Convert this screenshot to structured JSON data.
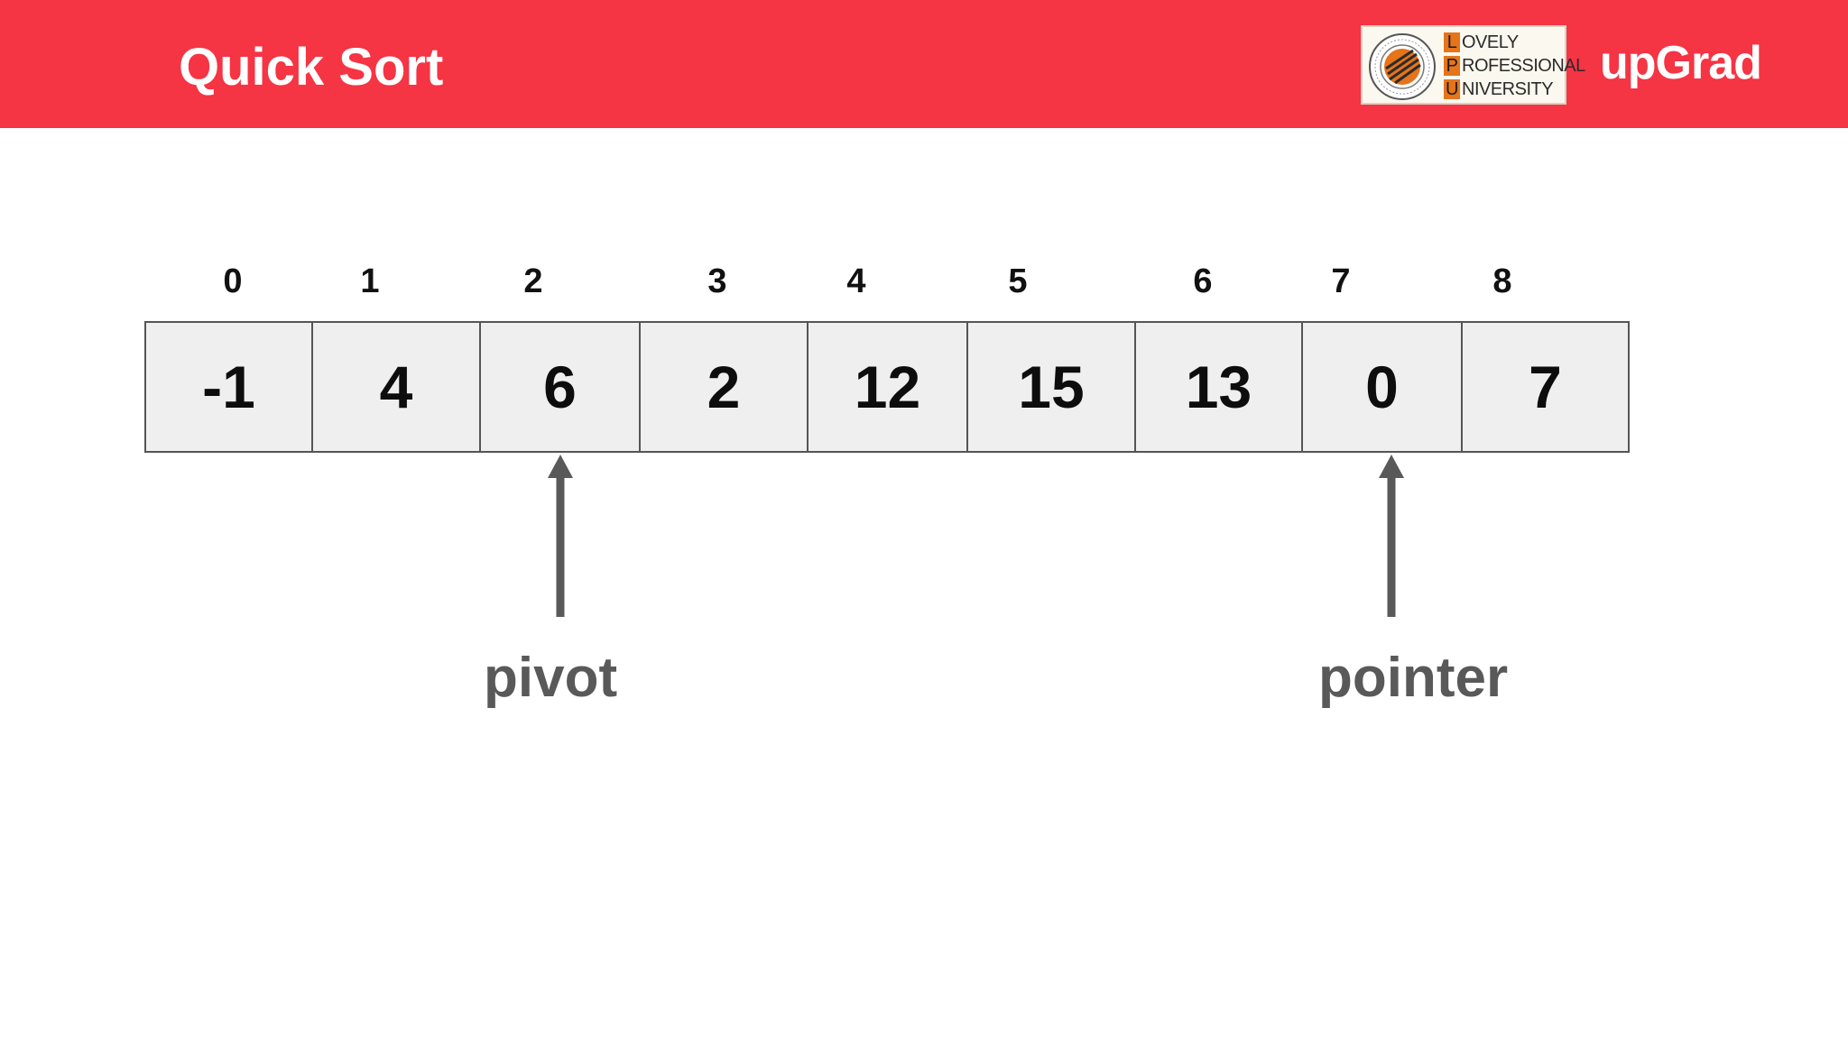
{
  "header": {
    "title": "Quick Sort",
    "lpu_logo": {
      "lines": [
        {
          "cap": "L",
          "rest": "OVELY"
        },
        {
          "cap": "P",
          "rest": "ROFESSIONAL"
        },
        {
          "cap": "U",
          "rest": "NIVERSITY"
        }
      ],
      "accent_color": "#e5741a"
    },
    "brand": "upGrad",
    "bar_color": "#f53444"
  },
  "array": {
    "indices": [
      "0",
      "1",
      "2",
      "3",
      "4",
      "5",
      "6",
      "7",
      "8"
    ],
    "values": [
      "-1",
      "4",
      "6",
      "2",
      "12",
      "15",
      "13",
      "0",
      "7"
    ]
  },
  "markers": [
    {
      "label": "pivot",
      "index": 2
    },
    {
      "label": "pointer",
      "index": 7
    }
  ],
  "colors": {
    "cell_fill": "#efefef",
    "cell_border": "#555555",
    "arrow": "#595959"
  }
}
